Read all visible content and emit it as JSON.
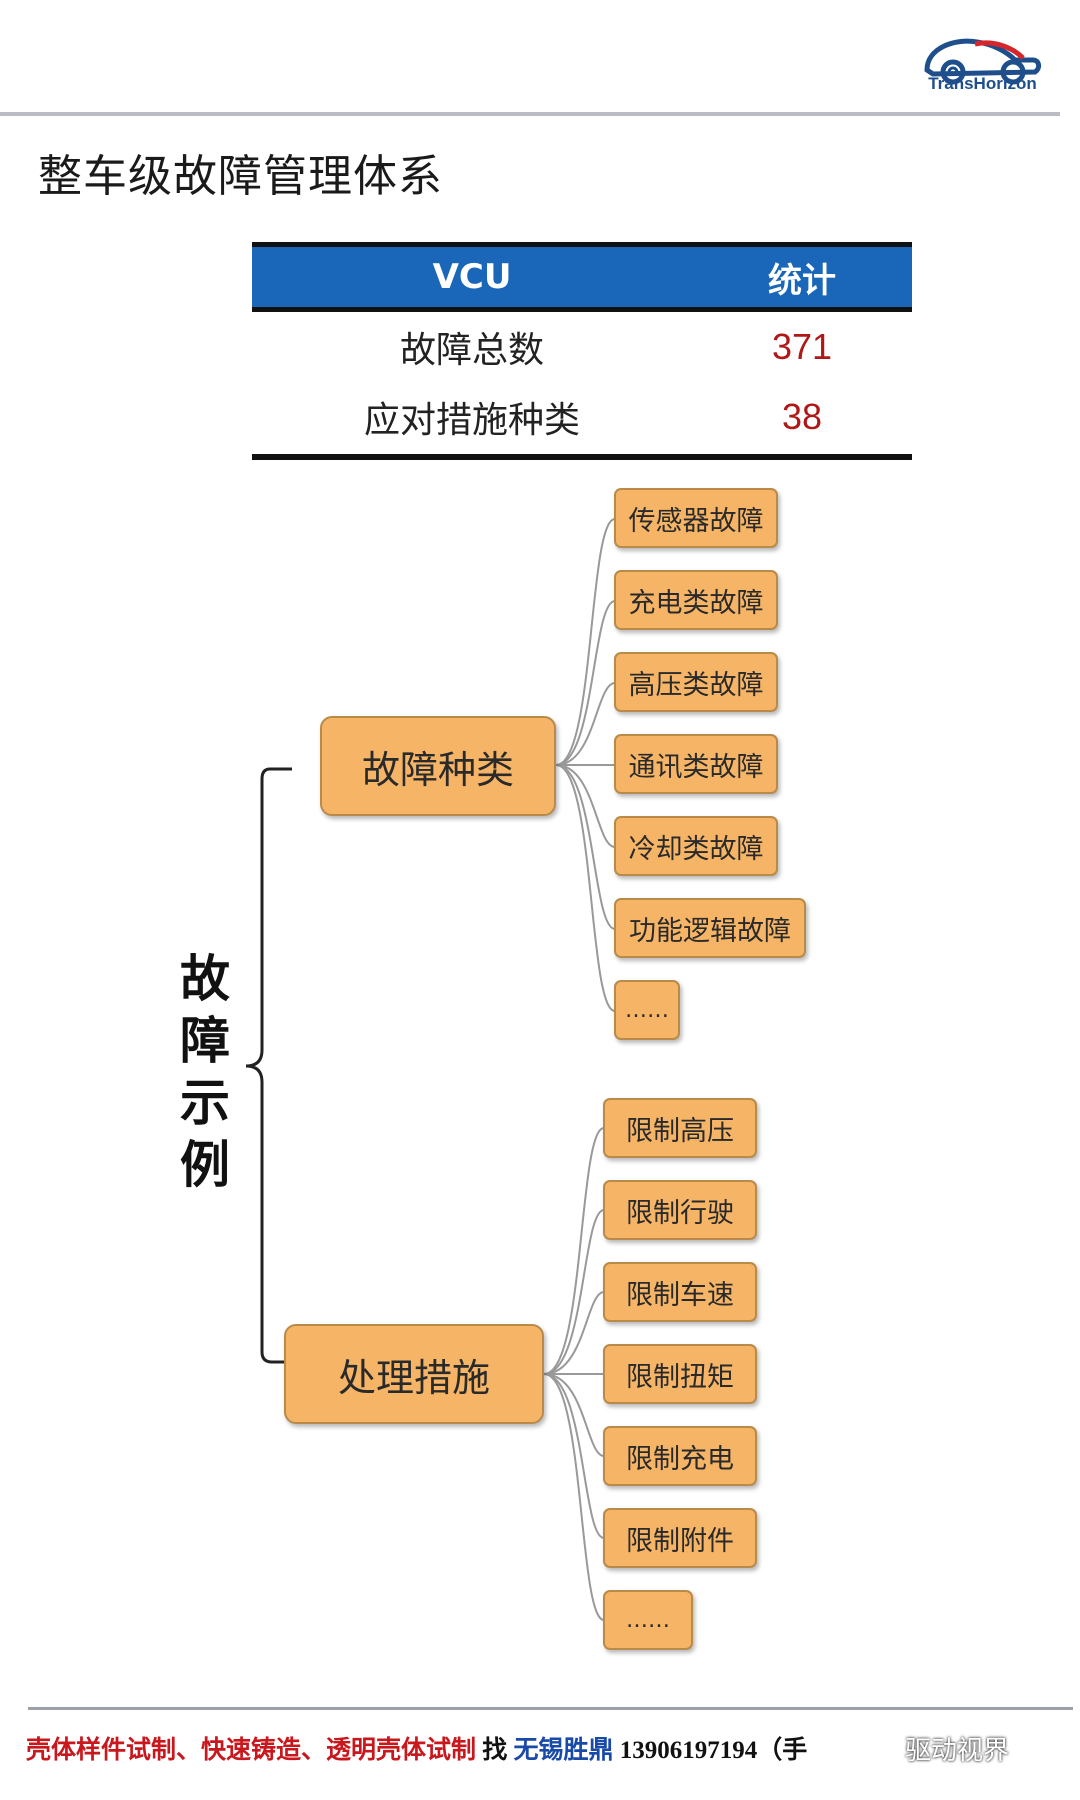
{
  "brand": {
    "logo_text": "TransHorizon"
  },
  "title": "整车级故障管理体系",
  "table": {
    "headers": [
      "VCU",
      "统计"
    ],
    "rows": [
      {
        "label": "故障总数",
        "value": "371"
      },
      {
        "label": "应对措施种类",
        "value": "38"
      }
    ]
  },
  "tree": {
    "root": "故障示例",
    "branches": [
      {
        "label": "故障种类",
        "children": [
          "传感器故障",
          "充电类故障",
          "高压类故障",
          "通讯类故障",
          "冷却类故障",
          "功能逻辑故障",
          "……"
        ]
      },
      {
        "label": "处理措施",
        "children": [
          "限制高压",
          "限制行驶",
          "限制车速",
          "限制扭矩",
          "限制充电",
          "限制附件",
          "……"
        ]
      }
    ]
  },
  "footer": {
    "part1": "壳体样件试制、快速铸造、透明壳体试制",
    "part2": " 找 ",
    "part3": "无锡胜鼎",
    "part4": " 13906197194（手"
  },
  "watermark": "驱动视界",
  "colors": {
    "box_fill": "#f6b566",
    "header_blue": "#1a66b8",
    "value_red": "#b01818"
  }
}
